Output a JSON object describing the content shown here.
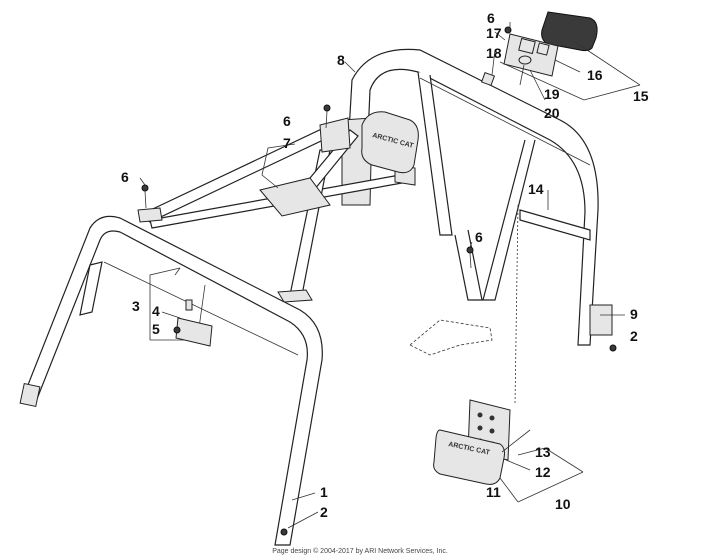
{
  "callouts": {
    "c1": "1",
    "c2a": "2",
    "c2b": "2",
    "c3": "3",
    "c4": "4",
    "c5": "5",
    "c6a": "6",
    "c6b": "6",
    "c6c": "6",
    "c6d": "6",
    "c7": "7",
    "c8": "8",
    "c9": "9",
    "c10": "10",
    "c11": "11",
    "c12": "12",
    "c13": "13",
    "c14": "14",
    "c15": "15",
    "c16": "16",
    "c17": "17",
    "c18": "18",
    "c19": "19",
    "c20": "20"
  },
  "decals": {
    "brand": "ARCTIC CAT"
  },
  "footer": "Page design © 2004-2017 by ARI Network Services, Inc."
}
